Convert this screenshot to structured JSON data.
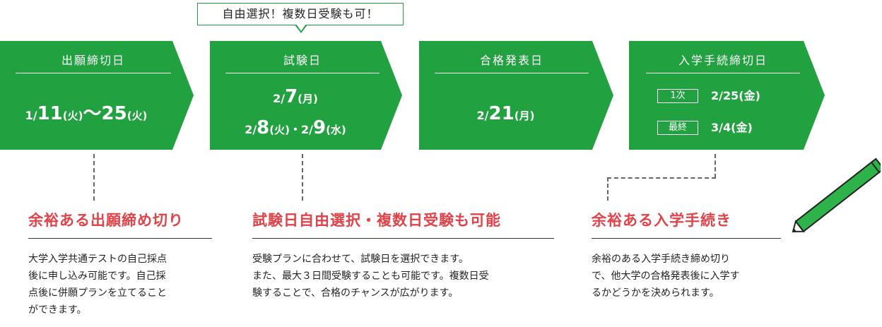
{
  "bubble": {
    "text": "自由選択！複数日受験も可！"
  },
  "steps": [
    {
      "heading": "出願締切日",
      "date_start_prefix": "1/",
      "date_start_day": "11",
      "date_start_dow": "(火)",
      "tilde": "〜",
      "date_end_day": "25",
      "date_end_dow": "(火)"
    },
    {
      "heading": "試験日",
      "line1_prefix": "2/",
      "line1_day": "7",
      "line1_dow": "(月)",
      "line2a_prefix": "2/",
      "line2a_day": "8",
      "line2a_dow": "(火)",
      "dot": "・",
      "line2b_prefix": "2/",
      "line2b_day": "9",
      "line2b_dow": "(水)"
    },
    {
      "heading": "合格発表日",
      "prefix": "2/",
      "day": "21",
      "dow": "(月)"
    },
    {
      "heading": "入学手続締切日",
      "rows": [
        {
          "tag": "1次",
          "prefix": "2/",
          "day": "25",
          "dow": "(金)"
        },
        {
          "tag": "最終",
          "prefix": "3/",
          "day": "4",
          "dow": "(金)"
        }
      ]
    }
  ],
  "features": [
    {
      "title": "余裕ある出願締め切り",
      "lines": [
        "大学入学共通テストの自己採点",
        "後に申し込み可能です。自己採",
        "点後に併願プランを立てること",
        "ができます。"
      ]
    },
    {
      "title": "試験日自由選択・複数日受験も可能",
      "lines": [
        "受験プランに合わせて、試験日を選択できます。",
        "また、最大３日間受験することも可能です。複数日受",
        "験することで、合格のチャンスが広がります。"
      ]
    },
    {
      "title": "余裕ある入学手続き",
      "lines": [
        "余裕のある入学手続き締め切り",
        "で、他大学の合格発表後に入学す",
        "るかどうかを決められます。"
      ]
    }
  ],
  "colors": {
    "green": "#21a140",
    "red": "#e0434a",
    "pencil_green": "#2db34a"
  },
  "icons": [
    "pencil-icon"
  ]
}
